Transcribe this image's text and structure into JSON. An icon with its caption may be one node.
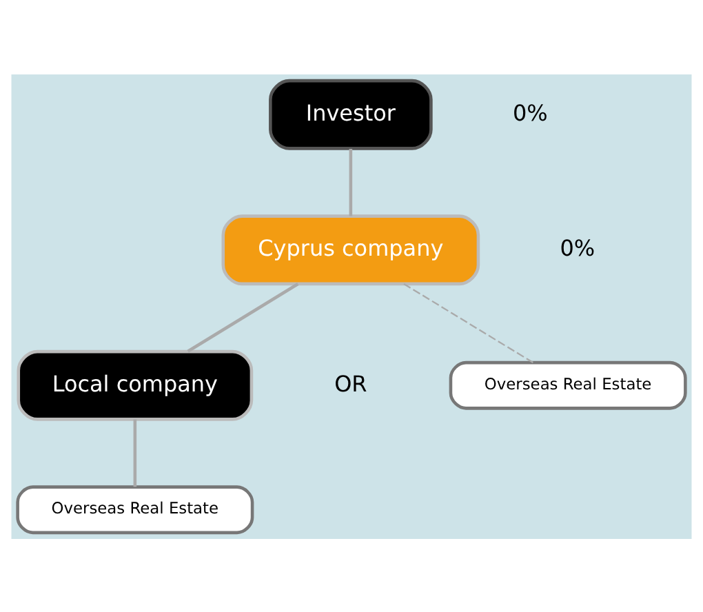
{
  "diagram": {
    "nodes": [
      {
        "text": [
          "Investor"
        ]
      },
      {
        "text": [
          "Cyprus company"
        ]
      },
      {
        "text": [
          "Local company"
        ]
      },
      {
        "text": [
          "Overseas Real Estate"
        ]
      },
      {
        "text": [
          "Overseas Real Estate"
        ]
      }
    ],
    "edges": [
      {
        "from": 0,
        "to": 1,
        "arrow": "none"
      },
      {
        "from": 1,
        "to": 2,
        "arrow": "none"
      },
      {
        "from": 2,
        "to": 3,
        "arrow": "none"
      },
      {
        "from": 1,
        "to": 4,
        "arrow": "none",
        "style": "dashed"
      }
    ],
    "labels": [
      "0%",
      "0%",
      "OR"
    ]
  }
}
